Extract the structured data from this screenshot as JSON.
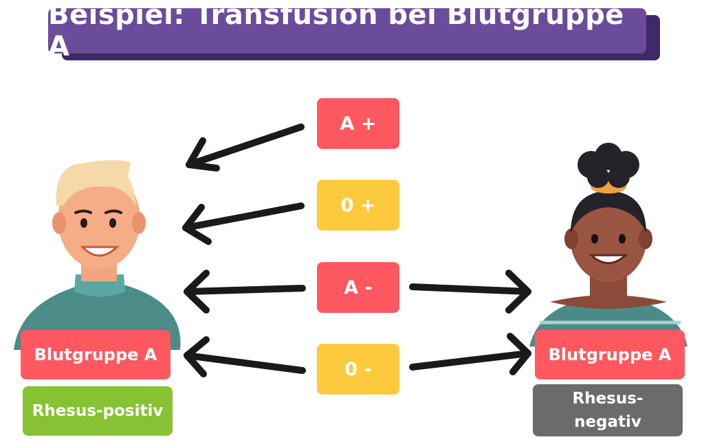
{
  "title": "Beispiel: Transfusion bei Blutgruppe A",
  "donors": [
    {
      "label": "A +",
      "color": "#ff5860"
    },
    {
      "label": "0 +",
      "color": "#fdc93d"
    },
    {
      "label": "A -",
      "color": "#ff5860"
    },
    {
      "label": "0 -",
      "color": "#fdc93d"
    }
  ],
  "recipients": {
    "male": {
      "blood_group": "Blutgruppe A",
      "rhesus": "Rhesus-positiv",
      "rhesus_color": "#86c232"
    },
    "female": {
      "blood_group": "Blutgruppe A",
      "rhesus": "Rhesus-negativ",
      "rhesus_color": "#6d6b6a"
    }
  },
  "colors": {
    "title_bg": "#6b4c9a",
    "title_shadow": "#3d2a66",
    "arrow": "#1a1a1a",
    "red": "#ff5860",
    "yellow": "#fdc93d"
  }
}
